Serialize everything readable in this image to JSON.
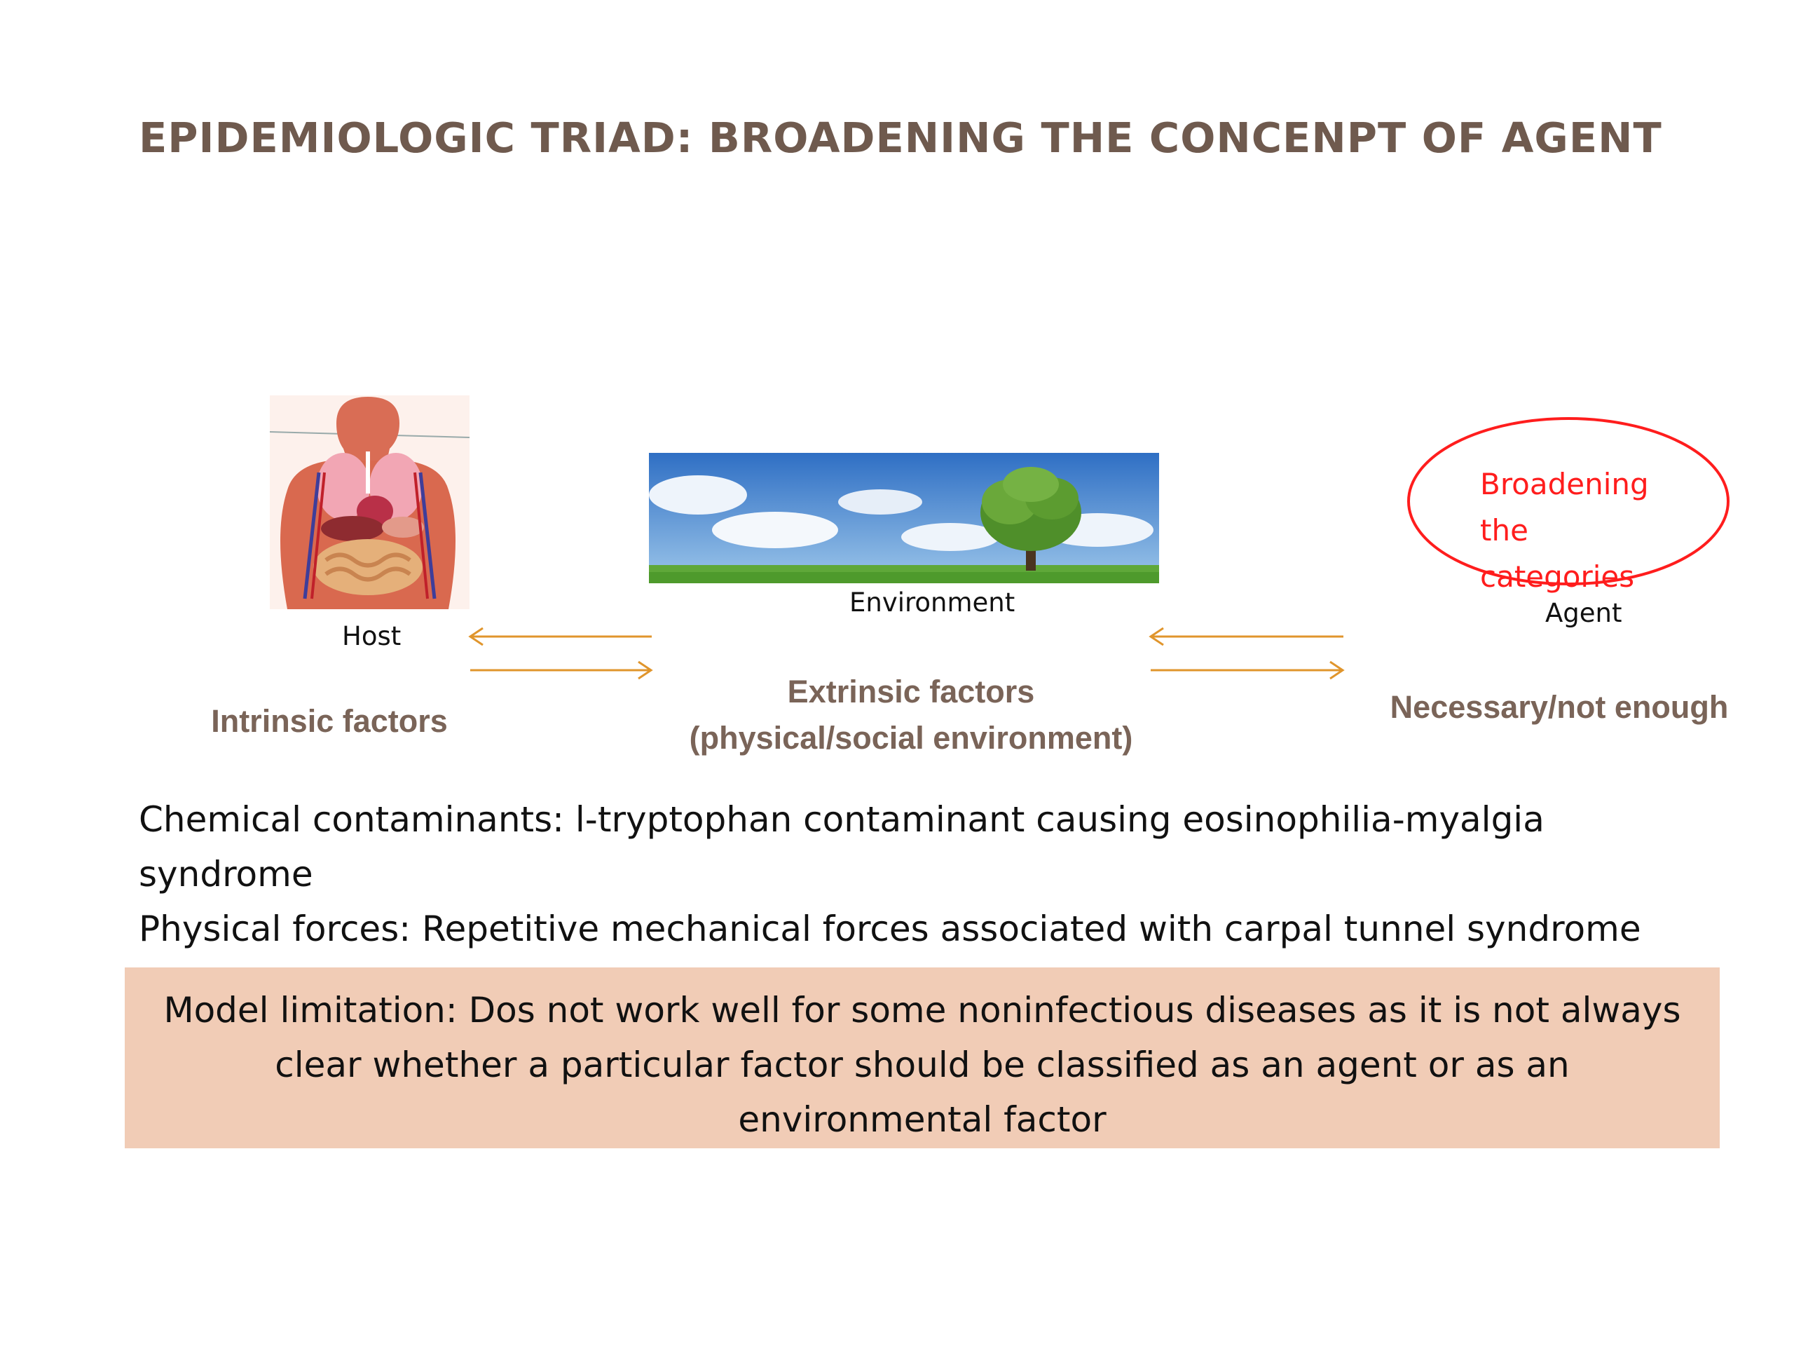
{
  "slide": {
    "title": "EPIDEMIOLOGIC TRIAD: BROADENING THE CONCENPT OF AGENT",
    "triad": {
      "host": {
        "label": "Host",
        "factor": "Intrinsic factors"
      },
      "environment": {
        "label": "Environment",
        "factor_line1": "Extrinsic factors",
        "factor_line2": "(physical/social environment)"
      },
      "agent": {
        "label": "Agent",
        "factor": "Necessary/not enough"
      }
    },
    "annotation": {
      "line1": "Broadening",
      "line2": "the",
      "line3": "categories",
      "color": "#ff1d1d"
    },
    "examples": {
      "chemical": "Chemical contaminants: l-tryptophan contaminant causing eosinophilia-myalgia syndrome",
      "physical": "Physical forces: Repetitive mechanical forces associated with carpal tunnel syndrome"
    },
    "limitation": "Model limitation: Dos not work well for some noninfectious diseases as it is not always clear whether a particular factor should be classified as an agent or as an environmental factor",
    "colors": {
      "title": "#6f5a4e",
      "arrows": "#e0952c",
      "limitation_bg": "#f1ccb6"
    }
  }
}
